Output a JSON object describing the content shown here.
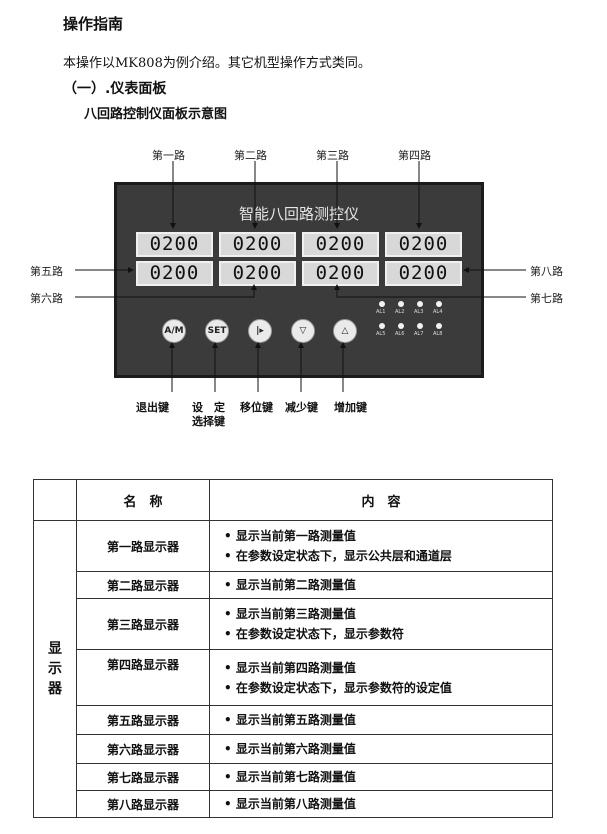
{
  "heading": "操作指南",
  "intro": "本操作以MK808为例介绍。其它机型操作方式类同。",
  "section": "（一）.仪表面板",
  "subsection": "八回路控制仪面板示意图",
  "diagram": {
    "top_labels": [
      "第一路",
      "第二路",
      "第三路",
      "第四路"
    ],
    "left_labels": [
      "第五路",
      "第六路"
    ],
    "right_labels": [
      "第八路",
      "第七路"
    ],
    "panel_title": "智能八回路测控仪",
    "displays_row1": [
      "0200",
      "0200",
      "0200",
      "0200"
    ],
    "displays_row2": [
      "0200",
      "0200",
      "0200",
      "0200"
    ],
    "buttons": [
      "A/M",
      "SET",
      "|▸",
      "▽",
      "△"
    ],
    "leds_row1": [
      "AL1",
      "AL2",
      "AL3",
      "AL4"
    ],
    "leds_row2": [
      "AL5",
      "AL6",
      "AL7",
      "AL8"
    ],
    "key_labels": {
      "exit": "退出键",
      "set_top": "设　定",
      "set_bottom": "选择键",
      "shift": "移位键",
      "dec": "减少键",
      "inc": "增加键"
    }
  },
  "table": {
    "header_name": "名　称",
    "header_content": "内　容",
    "group_chars": [
      "显",
      "示",
      "器"
    ],
    "rows": [
      {
        "name": "第一路显示器",
        "content": [
          "• 显示当前第一路测量值",
          "• 在参数设定状态下，显示公共层和通道层"
        ]
      },
      {
        "name": "第二路显示器",
        "content": [
          "• 显示当前第二路测量值"
        ]
      },
      {
        "name": "第三路显示器",
        "content": [
          "• 显示当前第三路测量值",
          "• 在参数设定状态下，显示参数符"
        ]
      },
      {
        "name": "第四路显示器",
        "content": [
          "• 显示当前第四路测量值",
          "• 在参数设定状态下，显示参数符的设定值"
        ]
      },
      {
        "name": "第五路显示器",
        "content": [
          "• 显示当前第五路测量值"
        ]
      },
      {
        "name": "第六路显示器",
        "content": [
          "• 显示当前第六路测量值"
        ]
      },
      {
        "name": "第七路显示器",
        "content": [
          "• 显示当前第七路测量值"
        ]
      },
      {
        "name": "第八路显示器",
        "content": [
          "• 显示当前第八路测量值"
        ]
      }
    ]
  }
}
